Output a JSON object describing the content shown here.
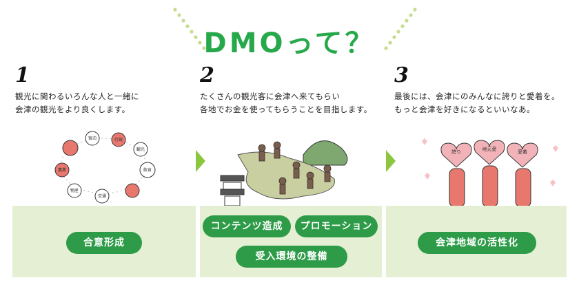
{
  "header": {
    "title": "DMOって？"
  },
  "steps": [
    {
      "number": "1",
      "text": "観光に関わるいろんな人と一緒に\n会津の観光をより良くします。"
    },
    {
      "number": "2",
      "text": "たくさんの観光客に会津へ来てもらい\n各地でお金を使ってもらうことを目指します。"
    },
    {
      "number": "3",
      "text": "最後には、会津にのみんなに誇りと愛着を。\nもっと会津を好きになるといいなあ。"
    }
  ],
  "step1_badges": [
    "宿泊",
    "観光",
    "飲食",
    "交通",
    "物産",
    "行政",
    "農業"
  ],
  "step3_hearts": [
    "誇り",
    "地元愛",
    "愛着"
  ],
  "tags": {
    "band1": [
      "合意形成"
    ],
    "band2": [
      "コンテンツ造成",
      "プロモーション",
      "受入環境の整備"
    ],
    "band3": [
      "会津地域の活性化"
    ]
  },
  "colors": {
    "accent": "#27a84a",
    "pill": "#2d9b47",
    "band": "#e5efd4",
    "arrow": "#8cc63f"
  }
}
